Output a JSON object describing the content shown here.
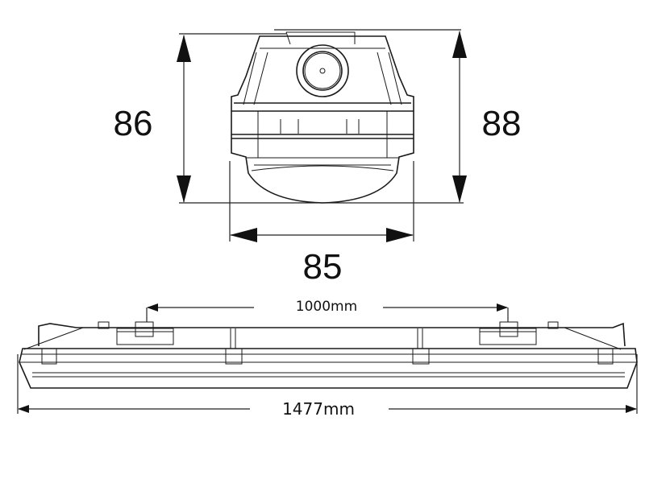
{
  "diagram": {
    "cross_section": {
      "height_left_label": "86",
      "height_right_label": "88",
      "width_label": "85"
    },
    "side_view": {
      "mount_spacing_label": "1000mm",
      "total_length_label": "1477mm"
    },
    "colors": {
      "line": "#1a1a1a",
      "background": "#ffffff"
    }
  }
}
